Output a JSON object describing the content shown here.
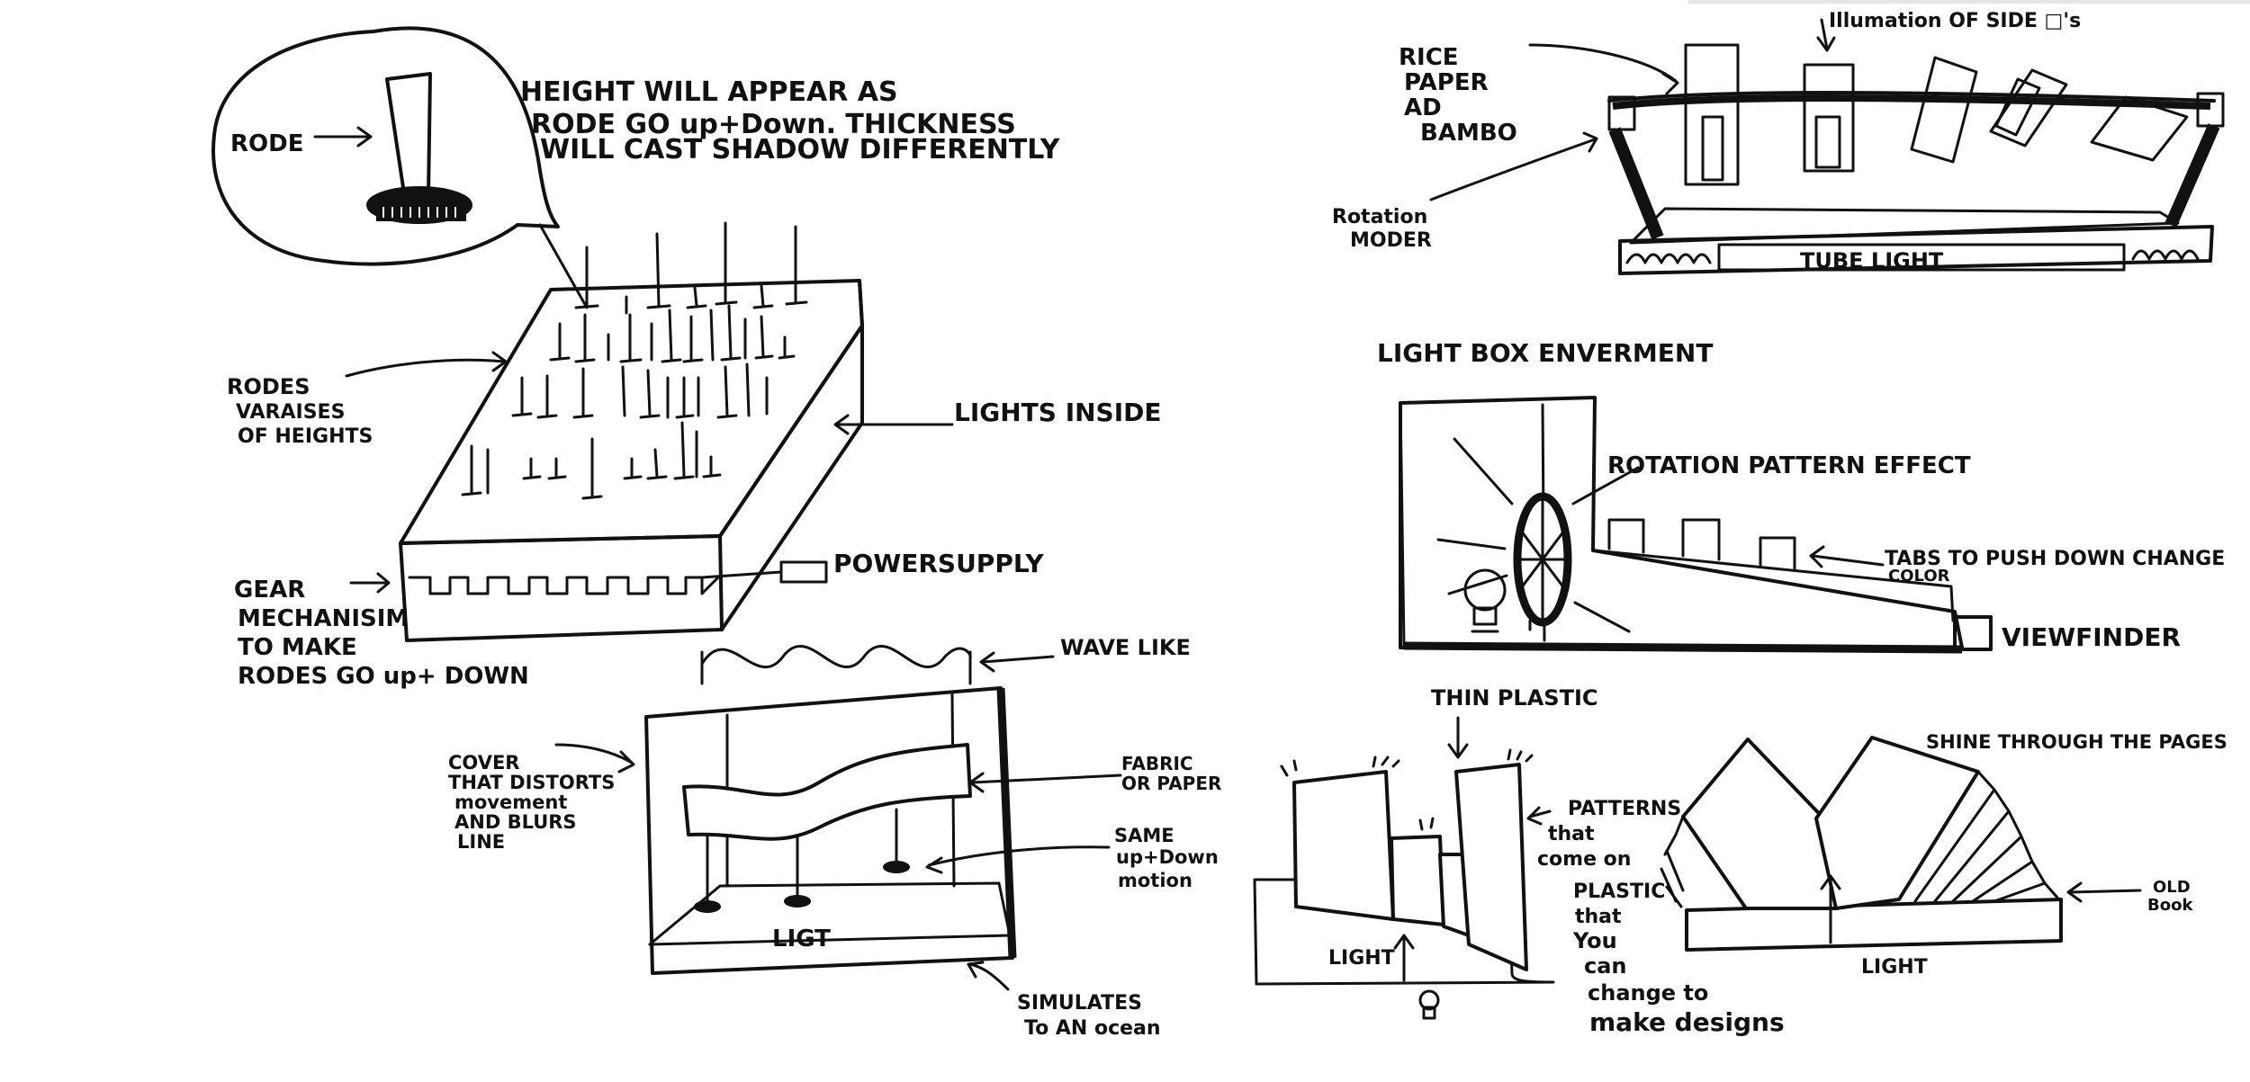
{
  "labels": {
    "rode": "RODE",
    "height_note_1": "HEIGHT WILL APPEAR AS",
    "height_note_2": "RODE GO up+Down. THICKNESS",
    "height_note_3": "WILL CAST SHADOW DIFFERENTLY",
    "rodes_1": "RODES",
    "rodes_2": "VARAISES",
    "rodes_3": "OF HEIGHTS",
    "lights_inside": "LIGHTS INSIDE",
    "gear_1": "GEAR",
    "gear_2": "MECHANISIM",
    "gear_3": "TO MAKE",
    "gear_4": "RODES GO up+ DOWN",
    "power_supply": "POWERSUPPLY",
    "wave_like": "WAVE LIKE",
    "cover_1": "COVER",
    "cover_2": "THAT DISTORTS",
    "cover_3": "movement",
    "cover_4": "AND BLURS",
    "cover_5": "LINE",
    "fabric_1": "FABRIC",
    "fabric_2": "OR PAPER",
    "same_1": "SAME",
    "same_2": "up+Down",
    "same_3": "motion",
    "light_ocean": "LIGT",
    "simulates_1": "SIMULATES",
    "simulates_2": "To AN ocean",
    "illumation": "Illumation OF SIDE □'s",
    "rice_1": "RICE",
    "rice_2": "PAPER",
    "rice_3": "AD",
    "rice_4": "BAMBO",
    "rotation_1": "Rotation",
    "rotation_2": "MODER",
    "tube_light": "TUBE LIGHT",
    "lightbox_title": "LIGHT BOX ENVERMENT",
    "rotation_pattern": "ROTATION PATTERN EFFECT",
    "tabs_1": "TABS TO PUSH DOWN CHANGE",
    "tabs_2": "COLOR",
    "viewfinder": "VIEWFINDER",
    "thin_plastic": "THIN PLASTIC",
    "patterns_1": "PATTERNS",
    "patterns_2": "that",
    "patterns_3": "come on",
    "patterns_4": "PLASTIC",
    "patterns_5": "that",
    "patterns_6": "You",
    "patterns_7": "can",
    "patterns_8": "change to",
    "patterns_9": "make designs",
    "light_plastic": "LIGHT",
    "shine_through": "SHINE THROUGH THE PAGES",
    "old_1": "OLD",
    "old_2": "Book",
    "light_book": "LIGHT"
  }
}
